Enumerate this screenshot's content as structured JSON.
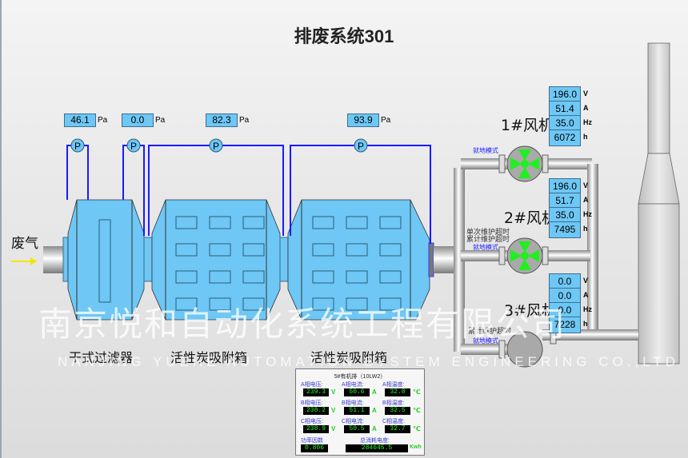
{
  "title": "排废系统301",
  "inlet_label": "废气",
  "pressure_sensors": [
    {
      "value": "46.1",
      "unit": "Pa",
      "icon": "P"
    },
    {
      "value": "0.0",
      "unit": "Pa",
      "icon": "P"
    },
    {
      "value": "82.3",
      "unit": "Pa",
      "icon": "P"
    },
    {
      "value": "93.9",
      "unit": "Pa",
      "icon": "P"
    }
  ],
  "equipment_labels": {
    "dry_filter": "干式过滤器",
    "carbon_box_1": "活性炭吸附箱",
    "carbon_box_2": "活性炭吸附箱"
  },
  "fans": [
    {
      "name": "1#风机",
      "mode": "就地模式",
      "warning": "",
      "running": true,
      "readings": [
        {
          "value": "196.0",
          "unit": "V"
        },
        {
          "value": "51.4",
          "unit": "A"
        },
        {
          "value": "35.0",
          "unit": "Hz"
        },
        {
          "value": "6072",
          "unit": "h"
        }
      ]
    },
    {
      "name": "2#风机",
      "mode": "就地模式",
      "warning": "单次维护超时\n累计维护超时",
      "running": true,
      "readings": [
        {
          "value": "196.0",
          "unit": "V"
        },
        {
          "value": "51.7",
          "unit": "A"
        },
        {
          "value": "35.0",
          "unit": "Hz"
        },
        {
          "value": "7495",
          "unit": "h"
        }
      ]
    },
    {
      "name": "3#风机",
      "mode": "就地模式",
      "warning": "累计维护超时",
      "running": false,
      "readings": [
        {
          "value": "0.0",
          "unit": "V"
        },
        {
          "value": "0.0",
          "unit": "A"
        },
        {
          "value": "0.0",
          "unit": "Hz"
        },
        {
          "value": "7228",
          "unit": "h"
        }
      ]
    }
  ],
  "meter": {
    "title": "5#有机排（10LW2）",
    "cells": [
      {
        "label": "A相电压:",
        "value": "239.3",
        "unit": "V"
      },
      {
        "label": "A相电流:",
        "value": "50.6",
        "unit": "A"
      },
      {
        "label": "A相温度:",
        "value": "32.8",
        "unit": "℃"
      },
      {
        "label": "B相电压:",
        "value": "238.2",
        "unit": "V"
      },
      {
        "label": "B相电流:",
        "value": "51.1",
        "unit": "A"
      },
      {
        "label": "B相温度:",
        "value": "32.5",
        "unit": "℃"
      },
      {
        "label": "C相电压:",
        "value": "238.9",
        "unit": "V"
      },
      {
        "label": "C相电流:",
        "value": "50.5",
        "unit": "A"
      },
      {
        "label": "C相温度:",
        "value": "32.7",
        "unit": "℃"
      }
    ],
    "power_factor": {
      "label": "功率因数",
      "value": "0.806"
    },
    "energy": {
      "label": "总消耗电度:",
      "value": "284645.5",
      "unit": "Kwh"
    }
  },
  "watermark": {
    "cn": "南京悦和自动化系统工程有限公司",
    "en": "NANJING YUEHE AUTOMATION SYSTEM ENGINEERING CO.,LTD"
  },
  "colors": {
    "equipment": "#6ec7f5",
    "pipe_line": "#1a1aff",
    "fan_blade": "#22ee22",
    "display_bg": "#6ec7f5"
  }
}
